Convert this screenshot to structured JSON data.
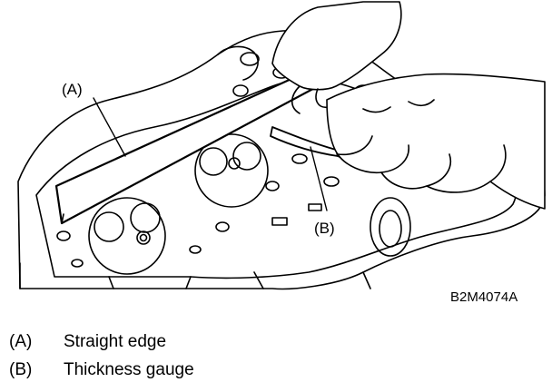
{
  "figure": {
    "code": "B2M4074A",
    "callouts": {
      "a": "(A)",
      "b": "(B)"
    }
  },
  "legend": {
    "items": [
      {
        "key": "(A)",
        "text": "Straight edge"
      },
      {
        "key": "(B)",
        "text": "Thickness gauge"
      }
    ]
  }
}
